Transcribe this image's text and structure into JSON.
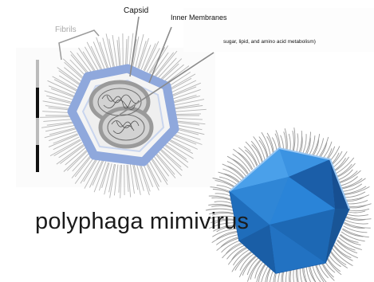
{
  "labels": {
    "capsid": "Capsid",
    "inner_membranes": "Inner Membranes",
    "metabolism": "sugar, lipid, and amino acid metabolism)",
    "fibrils": "Fibrils",
    "scale": "..."
  },
  "title": "polyphaga mimivirus",
  "colors": {
    "capsid_outline": "#8fa8dc",
    "fibril": "#b5b5b5",
    "membrane": "#9a9a9a",
    "model_blue": "#2a7fd0",
    "model_dark": "#174f91",
    "scale_bar_dark": "#111111",
    "scale_bar_light": "#bbbbbb"
  }
}
